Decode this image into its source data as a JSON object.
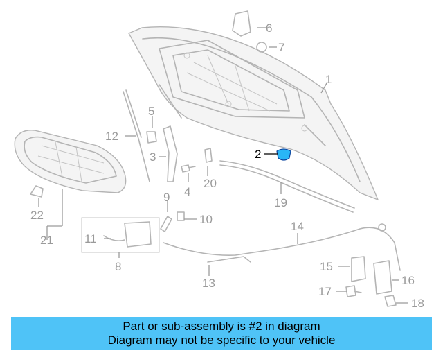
{
  "callouts": {
    "c1": "1",
    "c2": "2",
    "c3": "3",
    "c4": "4",
    "c5": "5",
    "c6": "6",
    "c7": "7",
    "c8": "8",
    "c9": "9",
    "c10": "10",
    "c11": "11",
    "c12": "12",
    "c13": "13",
    "c14": "14",
    "c15": "15",
    "c16": "16",
    "c17": "17",
    "c18": "18",
    "c19": "19",
    "c20": "20",
    "c21": "21",
    "c22": "22"
  },
  "highlighted_part": "2",
  "colors": {
    "banner": "#4fc3f7",
    "highlight": "#29b6f6",
    "line": "#b4b4b4",
    "label": "#9a9a9a"
  },
  "banner": {
    "line1": "Part or sub-assembly is #2 in diagram",
    "line2": "Diagram may not be specific to your vehicle"
  }
}
